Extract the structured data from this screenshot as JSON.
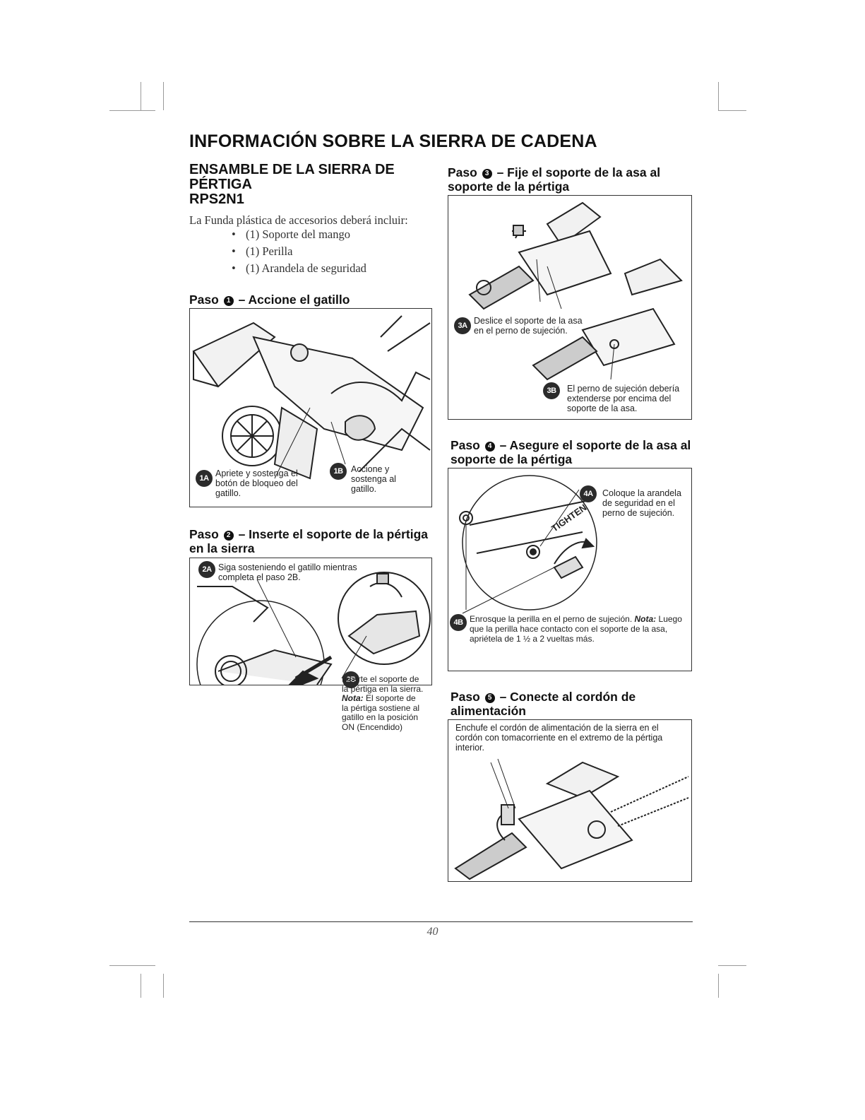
{
  "title": "INFORMACIÓN SOBRE LA SIERRA DE CADENA",
  "section": {
    "heading_lines": [
      "ENSAMBLE DE LA SIERRA DE",
      "PÉRTIGA",
      "RPS2N1"
    ],
    "intro": "La Funda plástica de accesorios deberá incluir:",
    "items": [
      "(1) Soporte del mango",
      "(1) Perilla",
      "(1) Arandela de seguridad"
    ]
  },
  "steps": {
    "s1": {
      "label": "Paso",
      "num": "1",
      "title": "– Accione el gatillo",
      "c1a_badge": "1A",
      "c1a": "Apriete y sostenga el botón de bloqueo del gatillo.",
      "c1b_badge": "1B",
      "c1b": "Accione y sostenga al gatillo."
    },
    "s2": {
      "label": "Paso",
      "num": "2",
      "title": "– Inserte el soporte de la pértiga en la sierra",
      "c2a_badge": "2A",
      "c2a": "Siga sosteniendo el gatillo mientras completa el paso 2B.",
      "c2b_badge": "2B",
      "c2b": "Inserte el soporte de la pértiga en la sierra.",
      "c2b_nota_label": "Nota:",
      "c2b_nota": "El soporte de la pértiga sostiene al gatillo en la posición ON (Encendido)"
    },
    "s3": {
      "label": "Paso",
      "num": "3",
      "title": "– Fije el soporte de la asa al soporte de la pértiga",
      "c3a_badge": "3A",
      "c3a": "Deslice el soporte de la asa en el perno de sujeción.",
      "c3b_badge": "3B",
      "c3b": "El perno de sujeción debería extenderse por encima del soporte de la asa."
    },
    "s4": {
      "label": "Paso",
      "num": "4",
      "title": "– Asegure el soporte de la asa al soporte de la pértiga",
      "c4a_badge": "4A",
      "c4a": "Coloque la arandela de seguridad en el perno de sujeción.",
      "tighten": "TIGHTEN",
      "c4b_badge": "4B",
      "c4b": "Enrosque la perilla en el perno de sujeción.",
      "c4b_nota_label": "Nota:",
      "c4b_nota": "Luego que la perilla hace contacto con el soporte de la asa, apriétela de 1 ½ a 2 vueltas más."
    },
    "s5": {
      "label": "Paso",
      "num": "5",
      "title": "– Conecte al cordón de alimentación",
      "text": "Enchufe el cordón de alimentación de la sierra en el cordón con tomacorriente en el extremo de la pértiga interior."
    }
  },
  "page_number": "40"
}
